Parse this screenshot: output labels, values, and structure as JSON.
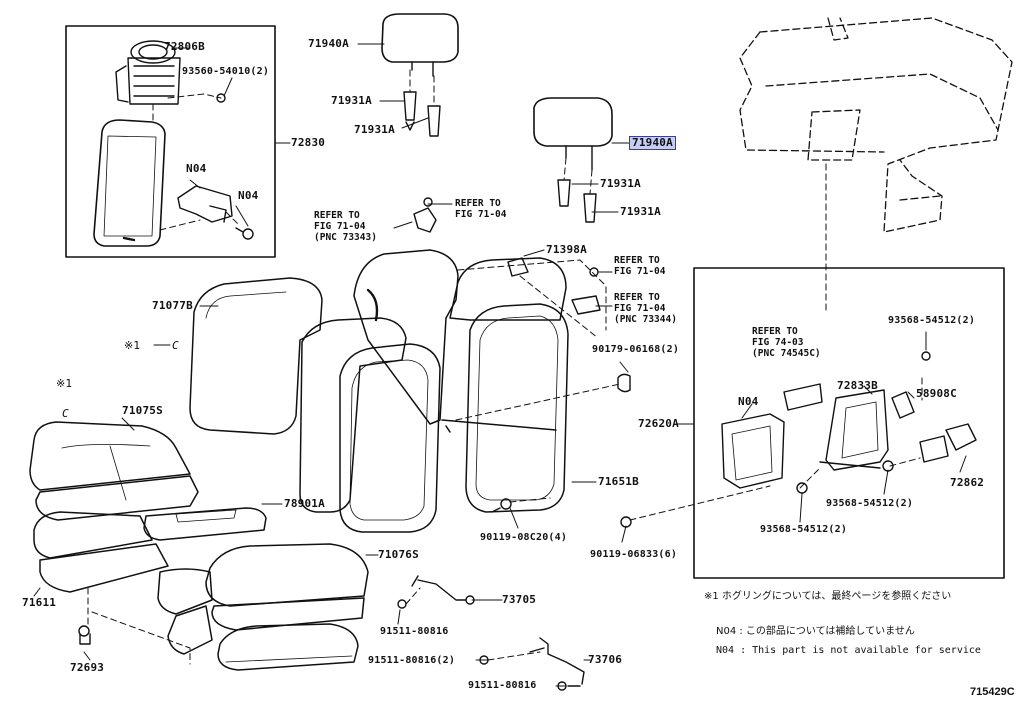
{
  "labels": {
    "p72806B": "72806B",
    "p93560": "93560-54010(2)",
    "p72830": "72830",
    "pN04a": "N04",
    "pN04b": "N04",
    "p71940A_top": "71940A",
    "p71931A_1": "71931A",
    "p71931A_2": "71931A",
    "p71940A_hl": "71940A",
    "p71931A_3": "71931A",
    "p71931A_4": "71931A",
    "p71398A": "71398A",
    "p71077B": "71077B",
    "pX1a": "※1",
    "pCa": "C",
    "pX1b": "※1",
    "pCb": "C",
    "p71075S": "71075S",
    "p90179": "90179-06168(2)",
    "p72620A": "72620A",
    "p71651B": "71651B",
    "p78901A": "78901A",
    "p90119a": "90119-08C20(4)",
    "p90119b": "90119-06833(6)",
    "p71076S": "71076S",
    "p71611": "71611",
    "p72693": "72693",
    "p73705": "73705",
    "p91511a": "91511-80816",
    "p91511b": "91511-80816(2)",
    "p73706": "73706",
    "p91511c": "91511-80816",
    "p93568a": "93568-54512(2)",
    "pN04c": "N04",
    "p72833B": "72833B",
    "p58908C": "58908C",
    "p72862": "72862",
    "p93568b": "93568-54512(2)",
    "p93568c": "93568-54512(2)"
  },
  "refs": {
    "r1": "REFER TO\nFIG 71-04",
    "r2": "REFER TO\nFIG 71-04\n(PNC 73343)",
    "r3": "REFER TO\nFIG 71-04",
    "r4": "REFER TO\nFIG 71-04\n(PNC 73344)",
    "r5": "REFER TO\nFIG 74-03\n(PNC 74545C)"
  },
  "notes": {
    "n1": "※1 ホグリングについては、最終ページを参照ください",
    "n2": "N04 : この部品については補給していません",
    "n3": "N04 : This part is not available for service"
  },
  "diagram_id": "715429C",
  "colors": {
    "line": "#111111",
    "highlight": "#c6cdf5"
  }
}
